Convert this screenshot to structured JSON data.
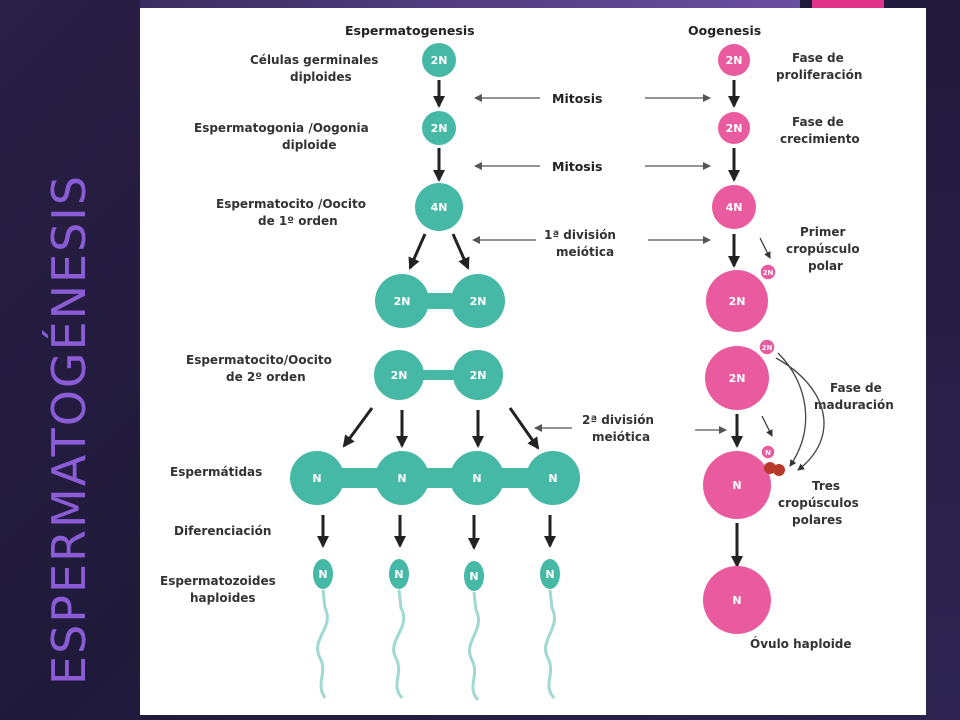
{
  "slide": {
    "title": "ESPERMATOGÉNESIS"
  },
  "colors": {
    "teal": "#46b8a6",
    "pink": "#ea5a9e",
    "brown": "#b83a2a",
    "title": "#8a5cd6",
    "accent": "#e0338a"
  },
  "diagram": {
    "headers": {
      "left": "Espermatogenesis",
      "right": "Oogenesis"
    },
    "center_labels": {
      "mitosis_1": "Mitosis",
      "mitosis_2": "Mitosis",
      "div1_line1": "1ª división",
      "div1_line2": "meiótica",
      "div2_line1": "2ª división",
      "div2_line2": "meiótica"
    },
    "left_labels": {
      "germ_line1": "Células germinales",
      "germ_line2": "diploides",
      "spermatogonia_line1": "Espermatogonia /Oogonia",
      "spermatogonia_line2": "diploide",
      "primary_line1": "Espermatocito /Oocito",
      "primary_line2": "de 1º orden",
      "secondary_line1": "Espermatocito/Oocito",
      "secondary_line2": "de 2º orden",
      "spermatids": "Espermátidas",
      "differentiation": "Diferenciación",
      "spermatozoa_line1": "Espermatozoides",
      "spermatozoa_line2": "haploides"
    },
    "right_labels": {
      "proliferation_line1": "Fase de",
      "proliferation_line2": "proliferación",
      "growth_line1": "Fase de",
      "growth_line2": "crecimiento",
      "first_polar_line1": "Primer",
      "first_polar_line2": "cropúsculo",
      "first_polar_line3": "polar",
      "maturation_line1": "Fase de",
      "maturation_line2": "maduración",
      "three_polar_line1": "Tres",
      "three_polar_line2": "cropúsculos",
      "three_polar_line3": "polares",
      "ovum": "Óvulo haploide"
    },
    "cells": {
      "n2": "2N",
      "n4": "4N",
      "n1": "N"
    }
  }
}
